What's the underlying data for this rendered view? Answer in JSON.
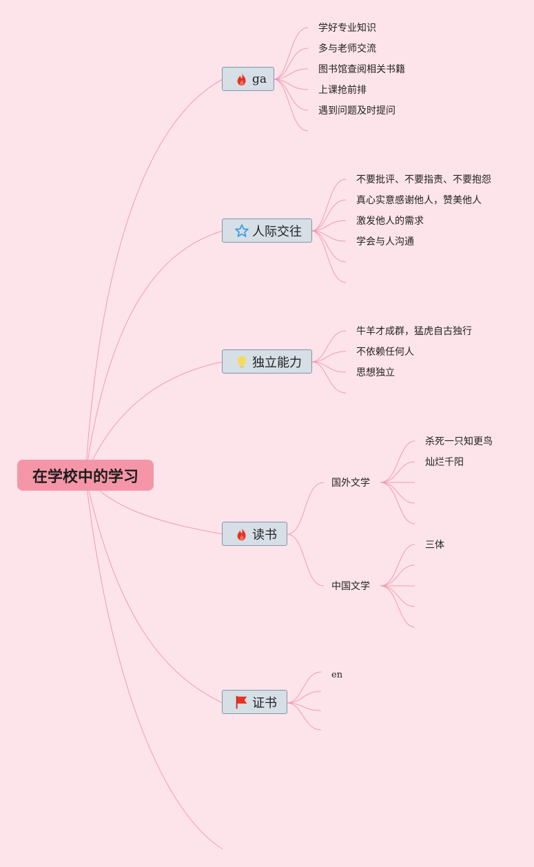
{
  "mindmap": {
    "root": "在学校中的学习",
    "branches": [
      {
        "label": "ga",
        "icon": "fire-icon",
        "items": [
          "学好专业知识",
          "多与老师交流",
          "图书馆查阅相关书籍",
          "上课抢前排",
          "遇到问题及时提问"
        ]
      },
      {
        "label": "人际交往",
        "icon": "star-icon",
        "items": [
          "不要批评、不要指责、不要抱怨",
          "真心实意感谢他人，赞美他人",
          "激发他人的需求",
          "学会与人沟通"
        ]
      },
      {
        "label": "独立能力",
        "icon": "lightbulb-icon",
        "items": [
          "牛羊才成群，猛虎自古独行",
          "不依赖任何人",
          "思想独立"
        ]
      },
      {
        "label": "读书",
        "icon": "fire-icon",
        "subtopics": [
          {
            "label": "国外文学",
            "items": [
              "杀死一只知更鸟",
              "灿烂千阳"
            ]
          },
          {
            "label": "中国文学",
            "items": [
              "三体"
            ]
          }
        ]
      },
      {
        "label": "证书",
        "icon": "flag-icon",
        "items": [
          "en"
        ]
      }
    ]
  },
  "colors": {
    "background": "#fde4ea",
    "root_fill": "#f596a8",
    "topic_fill": "#d6dee6",
    "topic_border": "#7f95a5",
    "connector": "#f29ab2",
    "fire": "#e8321f",
    "star": "#2f9be0",
    "lightbulb": "#f3dc5b",
    "flag": "#e8321f"
  }
}
